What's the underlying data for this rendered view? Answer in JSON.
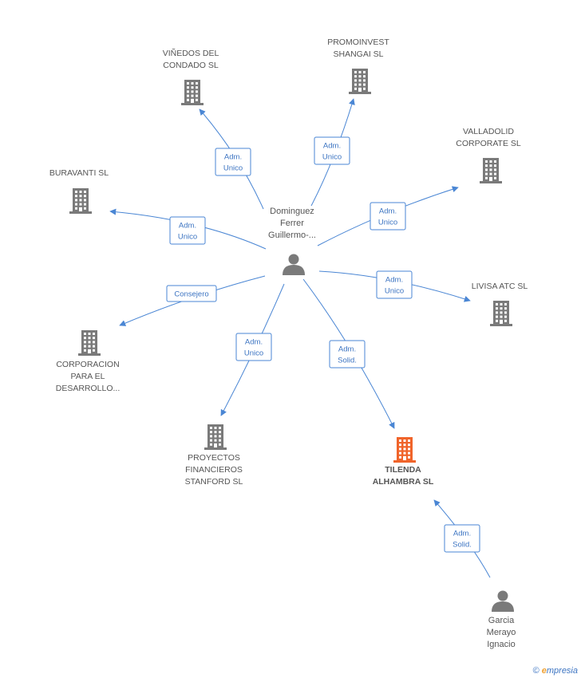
{
  "colors": {
    "building": "#7a7a7a",
    "building_focus": "#f0642a",
    "person": "#7a7a7a",
    "edge": "#4a86d4",
    "label": "#555555"
  },
  "nodes": [
    {
      "id": "p1",
      "kind": "person",
      "lines": [
        "Dominguez",
        "Ferrer",
        "Guillermo-..."
      ]
    },
    {
      "id": "p2",
      "kind": "person",
      "lines": [
        "Garcia",
        "Merayo",
        "Ignacio"
      ]
    },
    {
      "id": "c1",
      "kind": "company",
      "lines": [
        "VIÑEDOS DEL",
        "CONDADO SL"
      ]
    },
    {
      "id": "c2",
      "kind": "company",
      "lines": [
        "PROMOINVEST",
        "SHANGAI SL"
      ]
    },
    {
      "id": "c3",
      "kind": "company",
      "lines": [
        "VALLADOLID",
        "CORPORATE SL"
      ]
    },
    {
      "id": "c4",
      "kind": "company",
      "lines": [
        "BURAVANTI SL"
      ]
    },
    {
      "id": "c5",
      "kind": "company",
      "lines": [
        "LIVISA ATC  SL"
      ]
    },
    {
      "id": "c6",
      "kind": "company",
      "lines": [
        "CORPORACION",
        "PARA EL",
        "DESARROLLO..."
      ]
    },
    {
      "id": "c7",
      "kind": "company",
      "lines": [
        "PROYECTOS",
        "FINANCIEROS",
        "STANFORD SL"
      ]
    },
    {
      "id": "c8",
      "kind": "company",
      "focus": true,
      "lines": [
        "TILENDA",
        "ALHAMBRA SL"
      ]
    }
  ],
  "edges": [
    {
      "from": "p1",
      "to": "c1",
      "lines": [
        "Adm.",
        "Unico"
      ]
    },
    {
      "from": "p1",
      "to": "c2",
      "lines": [
        "Adm.",
        "Unico"
      ]
    },
    {
      "from": "p1",
      "to": "c3",
      "lines": [
        "Adm.",
        "Unico"
      ]
    },
    {
      "from": "p1",
      "to": "c4",
      "lines": [
        "Adm.",
        "Unico"
      ]
    },
    {
      "from": "p1",
      "to": "c5",
      "lines": [
        "Adm.",
        "Unico"
      ]
    },
    {
      "from": "p1",
      "to": "c6",
      "lines": [
        "Consejero"
      ]
    },
    {
      "from": "p1",
      "to": "c7",
      "lines": [
        "Adm.",
        "Unico"
      ]
    },
    {
      "from": "p1",
      "to": "c8",
      "lines": [
        "Adm.",
        "Solid."
      ]
    },
    {
      "from": "p2",
      "to": "c8",
      "lines": [
        "Adm.",
        "Solid."
      ]
    }
  ],
  "footer": {
    "copyright": "©",
    "brand_first": "e",
    "brand_rest": "mpresia"
  }
}
